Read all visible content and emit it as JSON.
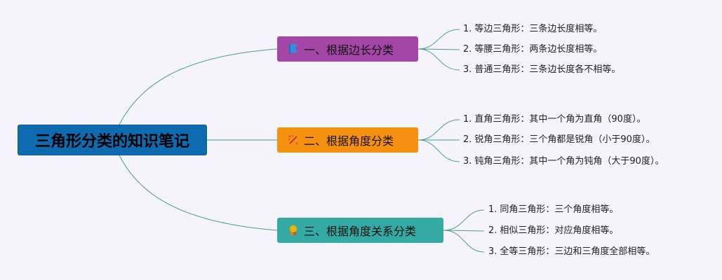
{
  "root": {
    "title": "三角形分类的知识笔记"
  },
  "branches": [
    {
      "label": "一、根据边长分类",
      "icon": "flag-icon",
      "color": "#a346a6",
      "items": [
        {
          "num": "1.",
          "text": "等边三角形：三条边长度相等。"
        },
        {
          "num": "2.",
          "text": "等腰三角形：两条边长度相等。"
        },
        {
          "num": "3.",
          "text": "普通三角形：三条边长度各不相等。"
        }
      ]
    },
    {
      "label": "二、根据角度分类",
      "icon": "magic-wand-icon",
      "color": "#f5910f",
      "items": [
        {
          "num": "1.",
          "text": "直角三角形：其中一个角为直角（90度）。"
        },
        {
          "num": "2.",
          "text": "锐角三角形：三个角都是锐角（小于90度）。"
        },
        {
          "num": "3.",
          "text": "钝角三角形：其中一个角为钝角（大于90度）。"
        }
      ]
    },
    {
      "label": "三、根据角度关系分类",
      "icon": "award-ribbon-icon",
      "color": "#33aaa3",
      "items": [
        {
          "num": "1.",
          "text": "同角三角形：三个角度相等。"
        },
        {
          "num": "2.",
          "text": "相似三角形：对应角度相等。"
        },
        {
          "num": "3.",
          "text": "全等三角形：三边和三角度全部相等。"
        }
      ]
    }
  ],
  "colors": {
    "background": "#f4f4fa",
    "root": "#0f6bb0",
    "connector": "#4f9a96"
  }
}
